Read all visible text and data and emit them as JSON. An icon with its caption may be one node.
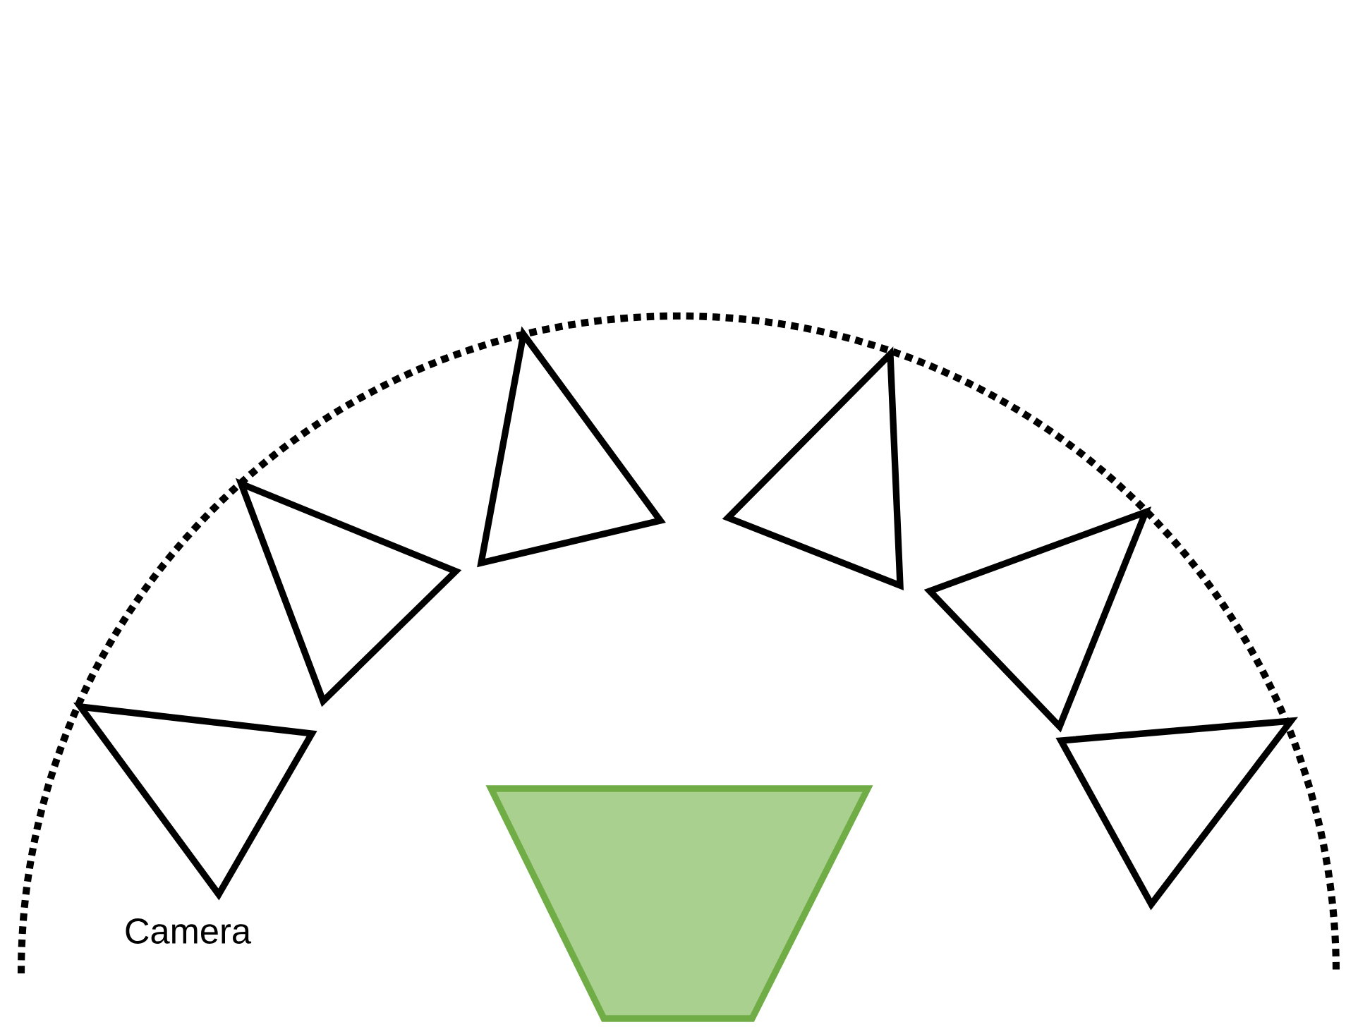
{
  "diagram": {
    "nodes": [
      {
        "text": [],
        "shape": "triangle"
      },
      {
        "text": [],
        "shape": "triangle"
      },
      {
        "text": [],
        "shape": "triangle"
      },
      {
        "text": [],
        "shape": "triangle"
      },
      {
        "text": [],
        "shape": "triangle"
      },
      {
        "text": [],
        "shape": "triangle"
      },
      {
        "text": [],
        "shape": "trapezoid"
      }
    ],
    "labels": [
      "Camera"
    ]
  }
}
